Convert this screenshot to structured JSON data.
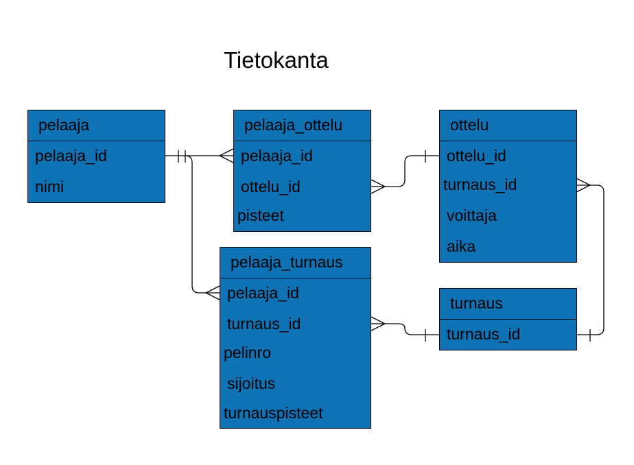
{
  "diagram": {
    "title": "Tietokanta",
    "entities": {
      "pelaaja": {
        "name": "pelaaja",
        "fields": [
          "pelaaja_id",
          "nimi"
        ]
      },
      "pelaaja_ottelu": {
        "name": "pelaaja_ottelu",
        "fields": [
          "pelaaja_id",
          "ottelu_id",
          "pisteet"
        ]
      },
      "ottelu": {
        "name": "ottelu",
        "fields": [
          "ottelu_id",
          "turnaus_id",
          "voittaja",
          "aika"
        ]
      },
      "pelaaja_turnaus": {
        "name": "pelaaja_turnaus",
        "fields": [
          "pelaaja_id",
          "turnaus_id",
          "pelinro",
          "sijoitus",
          "turnauspisteet"
        ]
      },
      "turnaus": {
        "name": "turnaus",
        "fields": [
          "turnaus_id"
        ]
      }
    },
    "relationships": [
      {
        "from": "pelaaja.pelaaja_id",
        "to": "pelaaja_ottelu.pelaaja_id",
        "from_end": "one",
        "to_end": "many"
      },
      {
        "from": "ottelu.ottelu_id",
        "to": "pelaaja_ottelu.ottelu_id",
        "from_end": "one",
        "to_end": "many"
      },
      {
        "from": "pelaaja.pelaaja_id",
        "to": "pelaaja_turnaus.pelaaja_id",
        "from_end": "one",
        "to_end": "many"
      },
      {
        "from": "turnaus.turnaus_id",
        "to": "pelaaja_turnaus.turnaus_id",
        "from_end": "one",
        "to_end": "many"
      },
      {
        "from": "turnaus.turnaus_id",
        "to": "ottelu.turnaus_id",
        "from_end": "one",
        "to_end": "many"
      }
    ],
    "colors": {
      "entity_fill": "#0f72b5",
      "line": "#000000",
      "background": "#ffffff"
    }
  }
}
